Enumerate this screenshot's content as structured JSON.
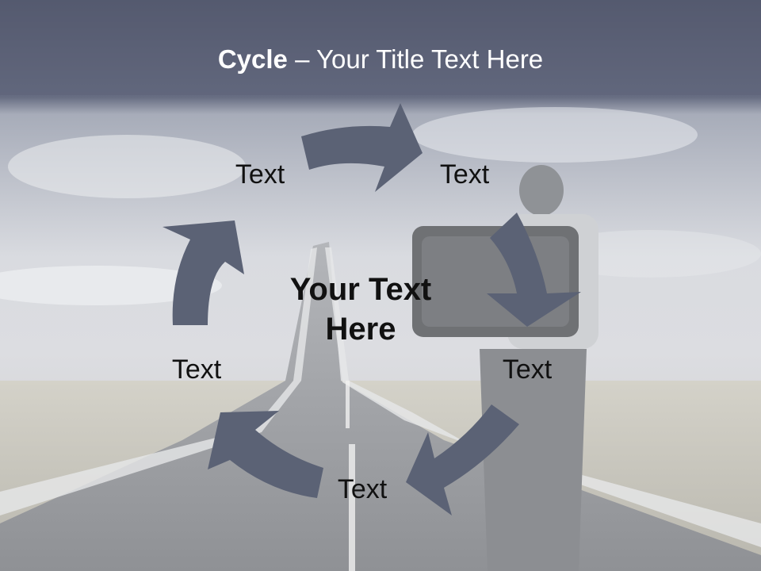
{
  "slide": {
    "title_bold": "Cycle",
    "title_rest": " – Your Title Text Here",
    "center_text_line1": "Your Text",
    "center_text_line2": "Here",
    "labels": [
      "Text",
      "Text",
      "Text",
      "Text",
      "Text"
    ]
  },
  "colors": {
    "arrow_fill": "#5b6275",
    "title_bar": "#5d6378",
    "label_text": "#111111",
    "title_text": "#ffffff"
  },
  "icons": {
    "arrows": [
      "curved-arrow-icon",
      "curved-arrow-icon",
      "curved-arrow-icon",
      "curved-arrow-icon",
      "curved-arrow-icon"
    ]
  }
}
